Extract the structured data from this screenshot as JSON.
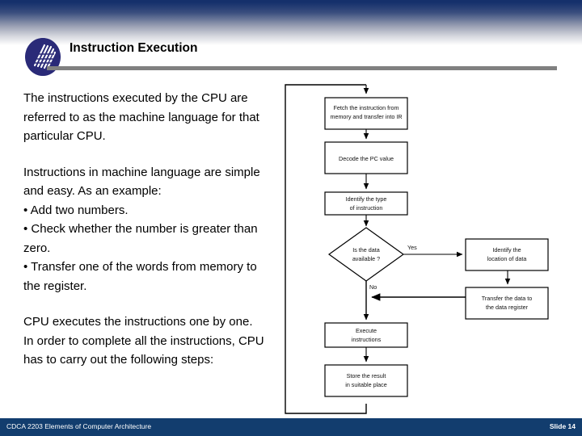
{
  "slide": {
    "title": "Instruction Execution",
    "logo_icon": "striped-ellipse-logo",
    "accent_navy": "#15306b",
    "rule_gray": "#808080",
    "footer_navy": "#123d6e"
  },
  "body": {
    "paragraphs": [
      "The instructions executed by the CPU are referred to as the machine language for that particular CPU.",
      "Instructions in machine language are simple and easy. As an example:"
    ],
    "bullets": [
      "• Add two numbers.",
      "• Check whether the number is greater than zero.",
      "• Transfer one of the words from memory to the register."
    ],
    "closing": "CPU executes the instructions one by one. In order to complete all the instructions, CPU has to carry out the following steps:"
  },
  "flowchart": {
    "type": "flowchart",
    "nodes": [
      {
        "id": "fetch",
        "shape": "process",
        "lines": [
          "Fetch the instruction from",
          "memory and transfer into IR"
        ]
      },
      {
        "id": "decode",
        "shape": "process",
        "lines": [
          "Decode the PC value"
        ]
      },
      {
        "id": "identify",
        "shape": "process",
        "lines": [
          "Identify the type",
          "of instruction"
        ]
      },
      {
        "id": "decision",
        "shape": "decision",
        "lines": [
          "Is the data",
          "available ?"
        ]
      },
      {
        "id": "locate",
        "shape": "process",
        "lines": [
          "Identify the",
          "location of data"
        ]
      },
      {
        "id": "transfer",
        "shape": "process",
        "lines": [
          "Transfer the data to",
          "the data register"
        ]
      },
      {
        "id": "execute",
        "shape": "process",
        "lines": [
          "Execute",
          "instructions"
        ]
      },
      {
        "id": "store",
        "shape": "process",
        "lines": [
          "Store the result",
          "in suitable place"
        ]
      }
    ],
    "edge_labels": {
      "yes": "Yes",
      "no": "No"
    }
  },
  "footer": {
    "course": "CDCA 2203 Elements of Computer Architecture",
    "slide_number": "Slide 14"
  }
}
